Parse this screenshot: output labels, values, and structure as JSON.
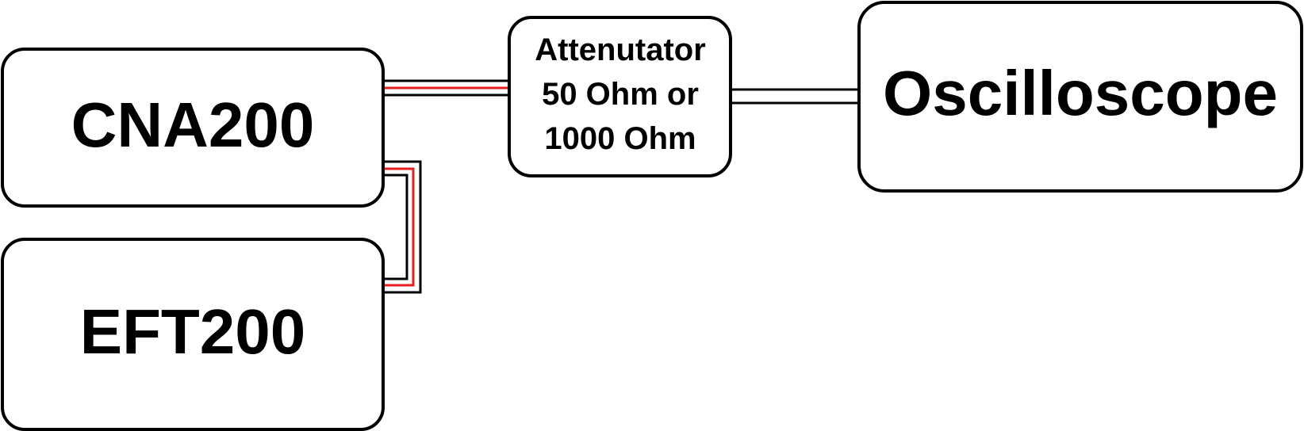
{
  "nodes": {
    "cna200": {
      "label": "CNA200"
    },
    "eft200": {
      "label": "EFT200"
    },
    "attenuator": {
      "lines": [
        "Attenutator",
        "50 Ohm or",
        "1000 Ohm"
      ]
    },
    "oscilloscope": {
      "label": "Oscilloscope"
    }
  },
  "colors": {
    "outline": "#000000",
    "signal_wire": "#e41e1e",
    "background": "#ffffff"
  }
}
